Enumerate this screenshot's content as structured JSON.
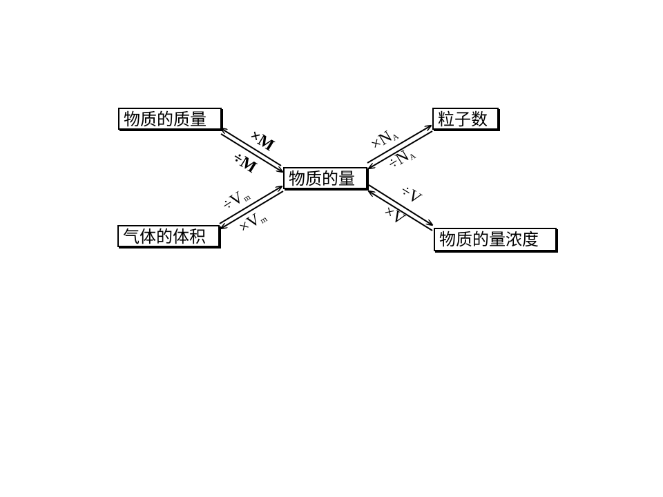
{
  "nodes": {
    "mass": "物质的质量",
    "moles": "物质的量",
    "particles": "粒子数",
    "gas_volume": "气体的体积",
    "concentration": "物质的量浓度"
  },
  "edges": {
    "mass_to_moles": "÷M",
    "moles_to_mass": "×M",
    "particles_to_moles": "÷N",
    "moles_to_particles": "×N",
    "na_subscript": "A",
    "gas_to_moles": "÷V",
    "moles_to_gas": "×V",
    "vm_subscript": "m",
    "moles_to_conc": "÷V",
    "conc_to_moles": "×V"
  }
}
